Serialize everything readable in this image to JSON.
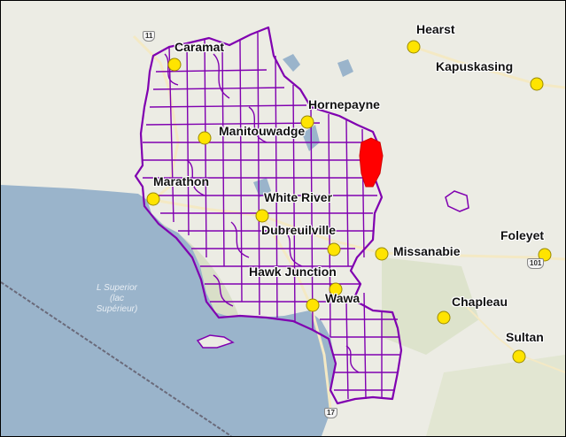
{
  "map": {
    "colors": {
      "water": "#9ab4cb",
      "land": "#ecece4",
      "forest": "#d9dfc8",
      "boundary": "#8000b0",
      "highlight": "#ff0000",
      "town_marker": "#ffe400",
      "town_marker_stroke": "#9a8a00",
      "road": "#f0e7c8"
    },
    "lake_label": {
      "line1": "L Superior",
      "line2": "(lac",
      "line3": "Supérieur)"
    },
    "route_shields": [
      {
        "label": "11"
      },
      {
        "label": "101"
      },
      {
        "label": "17"
      }
    ],
    "towns": [
      {
        "name": "Caramat"
      },
      {
        "name": "Hearst"
      },
      {
        "name": "Kapuskasing"
      },
      {
        "name": "Hornepayne"
      },
      {
        "name": "Manitouwadge"
      },
      {
        "name": "Marathon"
      },
      {
        "name": "White River"
      },
      {
        "name": "Dubreuilville"
      },
      {
        "name": "Missanabie"
      },
      {
        "name": "Foleyet"
      },
      {
        "name": "Hawk Junction"
      },
      {
        "name": "Wawa"
      },
      {
        "name": "Chapleau"
      },
      {
        "name": "Sultan"
      }
    ]
  }
}
